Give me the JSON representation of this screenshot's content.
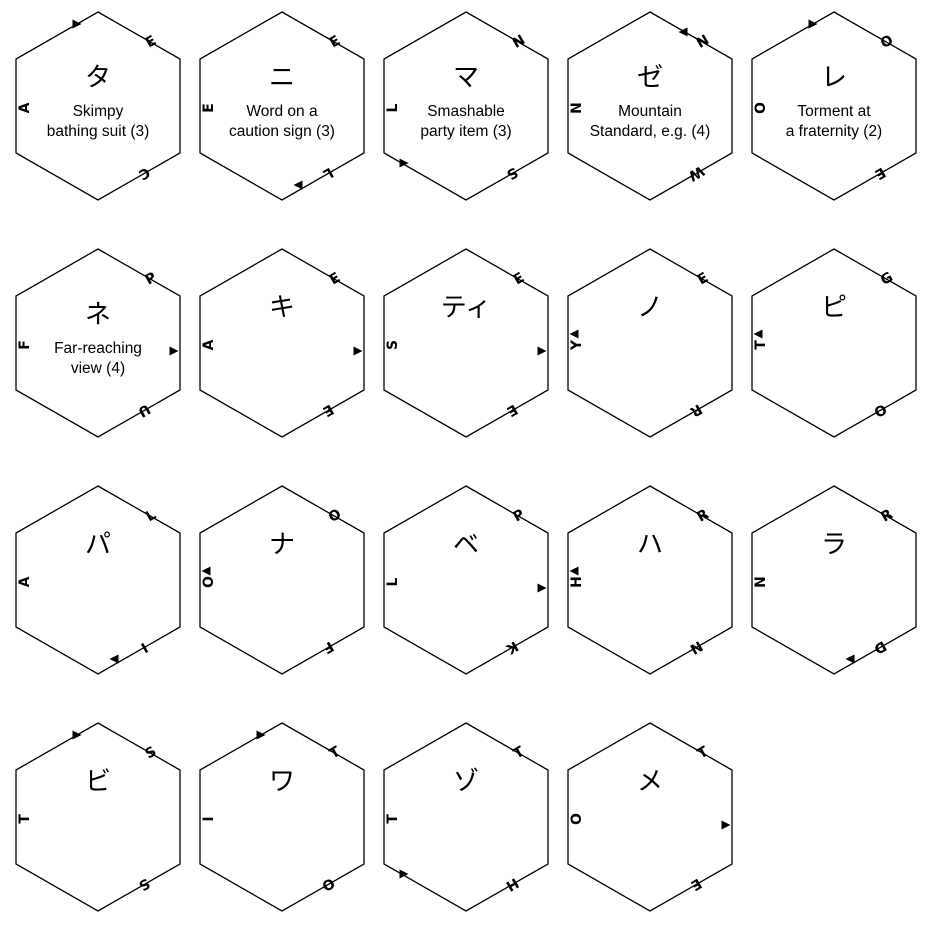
{
  "hexes": [
    {
      "kana": "タ",
      "clue": [
        "Skimpy",
        "bathing suit (3)"
      ],
      "letters": {
        "ne": "E",
        "w": "A",
        "se": "C"
      },
      "marker": "n"
    },
    {
      "kana": "ニ",
      "clue": [
        "Word on a",
        "caution sign (3)"
      ],
      "letters": {
        "ne": "E",
        "w": "E",
        "se": "L"
      },
      "marker": "s"
    },
    {
      "kana": "マ",
      "clue": [
        "Smashable",
        "party item (3)"
      ],
      "letters": {
        "ne": "N",
        "w": "L",
        "se": "S"
      },
      "marker": "sw"
    },
    {
      "kana": "ゼ",
      "clue": [
        "Mountain",
        "Standard, e.g. (4)"
      ],
      "letters": {
        "ne": "N",
        "w": "N",
        "se": "W"
      },
      "marker": "ne"
    },
    {
      "kana": "レ",
      "clue": [
        "Torment at",
        "a fraternity (2)"
      ],
      "letters": {
        "ne": "O",
        "w": "O",
        "se": "E"
      },
      "marker": "n"
    },
    {
      "kana": "ネ",
      "clue": [
        "Far-reaching",
        "view (4)"
      ],
      "letters": {
        "ne": "P",
        "w": "F",
        "se": "U"
      },
      "marker": "e"
    },
    {
      "kana": "キ",
      "clue": [],
      "letters": {
        "ne": "E",
        "w": "A",
        "se": "E"
      },
      "marker": "e"
    },
    {
      "kana": "ティ",
      "clue": [],
      "letters": {
        "ne": "E",
        "w": "S",
        "se": "E"
      },
      "marker": "e"
    },
    {
      "kana": "ノ",
      "clue": [],
      "letters": {
        "ne": "E",
        "w": "Y",
        "se": "R"
      },
      "marker": "w"
    },
    {
      "kana": "ピ",
      "clue": [],
      "letters": {
        "ne": "G",
        "w": "T",
        "se": "O"
      },
      "marker": "w"
    },
    {
      "kana": "パ",
      "clue": [],
      "letters": {
        "ne": "L",
        "w": "A",
        "se": "I"
      },
      "marker": "s"
    },
    {
      "kana": "ナ",
      "clue": [],
      "letters": {
        "ne": "O",
        "w": "O",
        "se": "F"
      },
      "marker": "w"
    },
    {
      "kana": "ベ",
      "clue": [],
      "letters": {
        "ne": "P",
        "w": "L",
        "se": "K"
      },
      "marker": "e"
    },
    {
      "kana": "ハ",
      "clue": [],
      "letters": {
        "ne": "R",
        "w": "H",
        "se": "N"
      },
      "marker": "w"
    },
    {
      "kana": "ラ",
      "clue": [],
      "letters": {
        "ne": "R",
        "w": "N",
        "se": "D"
      },
      "marker": "s"
    },
    {
      "kana": "ビ",
      "clue": [],
      "letters": {
        "ne": "S",
        "w": "T",
        "se": "S"
      },
      "marker": "n"
    },
    {
      "kana": "ワ",
      "clue": [],
      "letters": {
        "ne": "T",
        "w": "I",
        "se": "O"
      },
      "marker": "n"
    },
    {
      "kana": "ゾ",
      "clue": [],
      "letters": {
        "ne": "T",
        "w": "T",
        "se": "H"
      },
      "marker": "sw"
    },
    {
      "kana": "メ",
      "clue": [],
      "letters": {
        "ne": "T",
        "w": "O",
        "se": "E"
      },
      "marker": "e"
    }
  ]
}
